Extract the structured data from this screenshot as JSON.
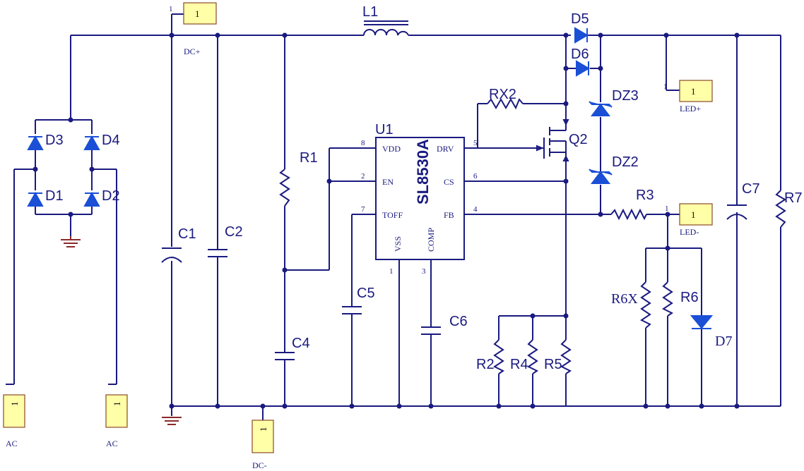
{
  "ports": {
    "dc_plus": {
      "value": "1",
      "pin": "1",
      "net": "DC+"
    },
    "led_plus": {
      "value": "1",
      "pin": "1",
      "net": "LED+"
    },
    "led_minus": {
      "value": "1",
      "pin": "1",
      "net": "LED-"
    },
    "ac1": {
      "value": "1",
      "pin": "1",
      "net": "AC"
    },
    "ac2": {
      "value": "1",
      "pin": "1",
      "net": "AC"
    },
    "dc_minus": {
      "value": "1",
      "pin": "1",
      "net": "DC-"
    }
  },
  "components": {
    "L1": "L1",
    "D5": "D5",
    "D6": "D6",
    "D3": "D3",
    "D4": "D4",
    "D1": "D1",
    "D2": "D2",
    "C1": "C1",
    "C2": "C2",
    "R1": "R1",
    "C4": "C4",
    "C5": "C5",
    "C6": "C6",
    "U1": "U1",
    "RX2": "RX2",
    "Q2": "Q2",
    "DZ3": "DZ3",
    "DZ2": "DZ2",
    "R3": "R3",
    "C7": "C7",
    "R7": "R7",
    "R6X": "R6X",
    "R6": "R6",
    "D7": "D7",
    "R2": "R2",
    "R4": "R4",
    "R5": "R5"
  },
  "chip": {
    "name": "SL8530A",
    "pins": {
      "vdd": {
        "num": "8",
        "name": "VDD"
      },
      "en": {
        "num": "2",
        "name": "EN"
      },
      "toff": {
        "num": "7",
        "name": "TOFF"
      },
      "vss": {
        "num": "1",
        "name": "VSS"
      },
      "comp": {
        "num": "3",
        "name": "COMP"
      },
      "drv": {
        "num": "5",
        "name": "DRV"
      },
      "cs": {
        "num": "6",
        "name": "CS"
      },
      "fb": {
        "num": "4",
        "name": "FB"
      }
    }
  }
}
